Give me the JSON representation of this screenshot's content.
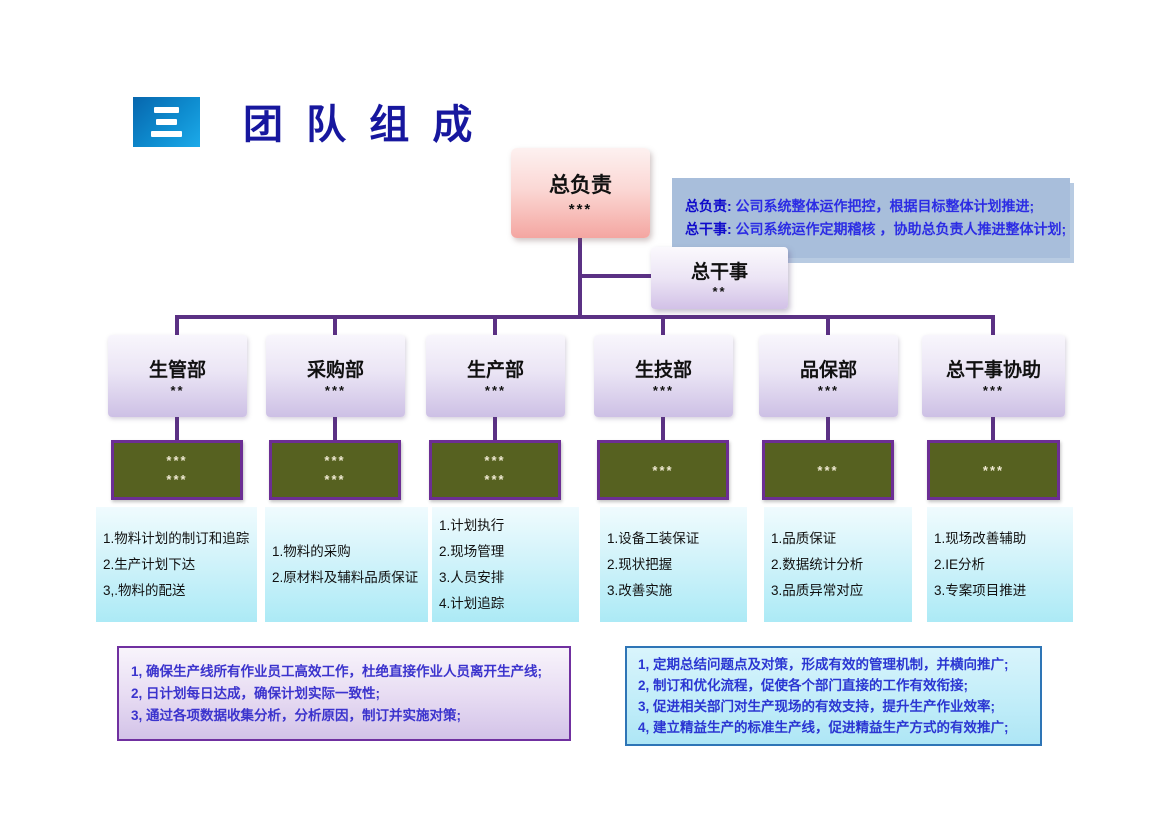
{
  "header": {
    "icon": "menu-three-bars-icon",
    "title": "团 队 组 成"
  },
  "org": {
    "root": {
      "title": "总负责",
      "stars": "***"
    },
    "deputy": {
      "title": "总干事",
      "stars": "**"
    },
    "note": {
      "lines": [
        {
          "label": "总负责:",
          "text": " 公司系统整体运作把控，根据目标整体计划推进;"
        },
        {
          "label": "总干事:",
          "text": " 公司系统运作定期稽核 ，协助总负责人推进整体计划;"
        }
      ]
    },
    "departments": [
      {
        "title": "生管部",
        "stars": "**",
        "leader_lines": [
          "***",
          "***"
        ],
        "duties": [
          "1.物料计划的制订和追踪",
          "2.生产计划下达",
          "3,.物料的配送"
        ]
      },
      {
        "title": "采购部",
        "stars": "***",
        "leader_lines": [
          "***",
          "***"
        ],
        "duties": [
          "1.物料的采购",
          "2.原材料及辅料品质保证"
        ]
      },
      {
        "title": "生产部",
        "stars": "***",
        "leader_lines": [
          "***",
          "***"
        ],
        "duties": [
          "1.计划执行",
          "2.现场管理",
          "3.人员安排",
          "4.计划追踪"
        ]
      },
      {
        "title": "生技部",
        "stars": "***",
        "leader_lines": [
          "***"
        ],
        "duties": [
          "1.设备工装保证",
          "2.现状把握",
          "3.改善实施"
        ]
      },
      {
        "title": "品保部",
        "stars": "***",
        "leader_lines": [
          "***"
        ],
        "duties": [
          "1.品质保证",
          "2.数据统计分析",
          "3.品质异常对应"
        ]
      },
      {
        "title": "总干事协助",
        "stars": "***",
        "leader_lines": [
          "***"
        ],
        "duties": [
          "1.现场改善辅助",
          "2.IE分析",
          "3.专案项目推进"
        ]
      }
    ]
  },
  "footnotes": {
    "left": [
      "1, 确保生产线所有作业员工高效工作，杜绝直接作业人员离开生产线;",
      "2, 日计划每日达成，确保计划实际一致性;",
      "3, 通过各项数据收集分析，分析原因，制订并实施对策;"
    ],
    "right": [
      "1, 定期总结问题点及对策，形成有效的管理机制，并横向推广;",
      "2, 制订和优化流程，促使各个部门直接的工作有效衔接;",
      "3, 促进相关部门对生产现场的有效支持，提升生产作业效率;",
      "4, 建立精益生产的标准生产线，促进精益生产方式的有效推广;"
    ]
  },
  "colors": {
    "title_navy": "#17179e",
    "icon_blue_gradient": [
      "#0766ad",
      "#1caae9"
    ],
    "connector_purple": "#5b3184",
    "root_pink": "#f4a6a1",
    "dept_purple": "#cdc0e5",
    "leader_olive": "#566120",
    "leader_border": "#6c2e94",
    "duty_cyan": "#aceaf6",
    "note_bg": "#a8bedb",
    "note_text_blue": "#2c2ce4",
    "foot_left_border": "#7030a0",
    "foot_right_border": "#2e75b6"
  }
}
